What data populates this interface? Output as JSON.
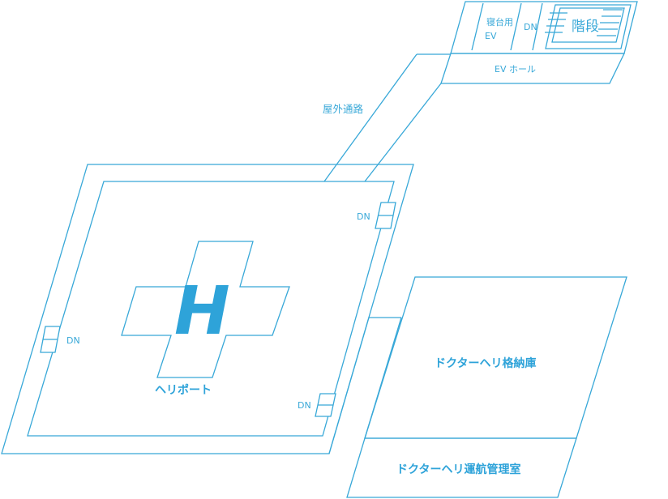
{
  "labels": {
    "bed_ev": [
      "寝台用",
      "EV"
    ],
    "dn_top": "DN",
    "stairs": "階段",
    "ev_hall": "EV ホール",
    "outdoor_passage": "屋外通路",
    "dn_right": "DN",
    "dn_left": "DN",
    "dn_bottom": "DN",
    "heliport": "ヘリポート",
    "heli_mark": "H",
    "hangar": "ドクターヘリ格納庫",
    "ops_room": "ドクターヘリ運航管理室"
  },
  "colors": {
    "line": "#38a8d8",
    "accent": "#2ea3d9",
    "background": "#ffffff"
  }
}
